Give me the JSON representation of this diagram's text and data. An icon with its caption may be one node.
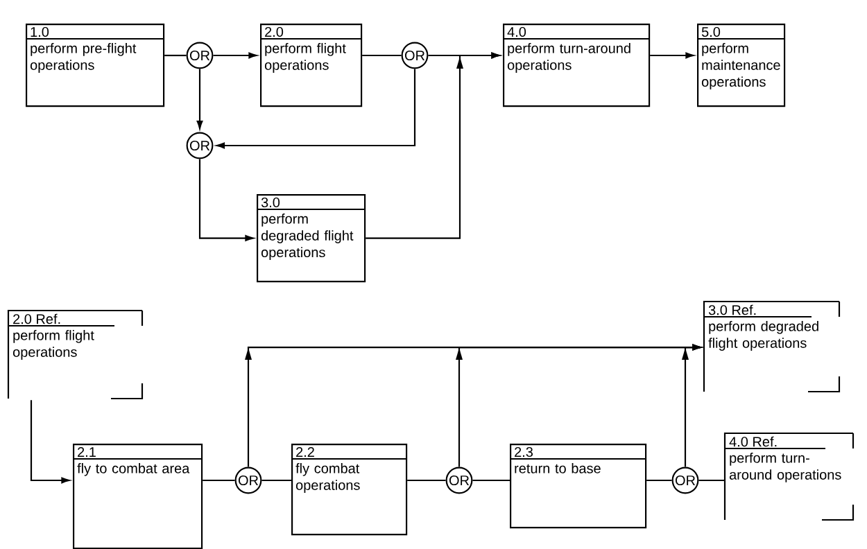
{
  "diagram": {
    "nodes": [
      {
        "text": [
          "1.0",
          "perform pre-flight operations"
        ]
      },
      {
        "text": [
          "OR"
        ]
      },
      {
        "text": [
          "2.0",
          "perform flight operations"
        ]
      },
      {
        "text": [
          "OR"
        ]
      },
      {
        "text": [
          "4.0",
          "perform turn-around operations"
        ]
      },
      {
        "text": [
          "5.0",
          "perform maintenance operations"
        ]
      },
      {
        "text": [
          "OR"
        ]
      },
      {
        "text": [
          "3.0",
          "perform degraded flight operations"
        ]
      },
      {
        "text": [
          "2.0 Ref.",
          "perform flight operations"
        ]
      },
      {
        "text": [
          "3.0 Ref.",
          "perform degraded flight operations"
        ]
      },
      {
        "text": [
          "2.1",
          "fly to combat area"
        ]
      },
      {
        "text": [
          "OR"
        ]
      },
      {
        "text": [
          "2.2",
          "fly combat operations"
        ]
      },
      {
        "text": [
          "OR"
        ]
      },
      {
        "text": [
          "2.3",
          "return to base"
        ]
      },
      {
        "text": [
          "OR"
        ]
      },
      {
        "text": [
          "4.0 Ref.",
          "perform turn-around operations"
        ]
      }
    ],
    "edges": [
      {
        "from": 0,
        "to": 1,
        "arrow": "none"
      },
      {
        "from": 1,
        "to": 2,
        "arrow": "to"
      },
      {
        "from": 1,
        "to": 6,
        "arrow": "to"
      },
      {
        "from": 2,
        "to": 3,
        "arrow": "none"
      },
      {
        "from": 3,
        "to": 4,
        "arrow": "to"
      },
      {
        "from": 3,
        "to": 6,
        "arrow": "to"
      },
      {
        "from": 7,
        "to": 4,
        "arrow": "to"
      },
      {
        "from": 4,
        "to": 5,
        "arrow": "to"
      },
      {
        "from": 6,
        "to": 7,
        "arrow": "to"
      },
      {
        "from": 8,
        "to": 10,
        "arrow": "to"
      },
      {
        "from": 10,
        "to": 11,
        "arrow": "none"
      },
      {
        "from": 11,
        "to": 12,
        "arrow": "none"
      },
      {
        "from": 11,
        "to": 9,
        "arrow": "to"
      },
      {
        "from": 12,
        "to": 13,
        "arrow": "none"
      },
      {
        "from": 13,
        "to": 14,
        "arrow": "none"
      },
      {
        "from": 13,
        "to": 9,
        "arrow": "to"
      },
      {
        "from": 14,
        "to": 15,
        "arrow": "none"
      },
      {
        "from": 15,
        "to": 16,
        "arrow": "none"
      },
      {
        "from": 15,
        "to": 9,
        "arrow": "to"
      }
    ]
  }
}
